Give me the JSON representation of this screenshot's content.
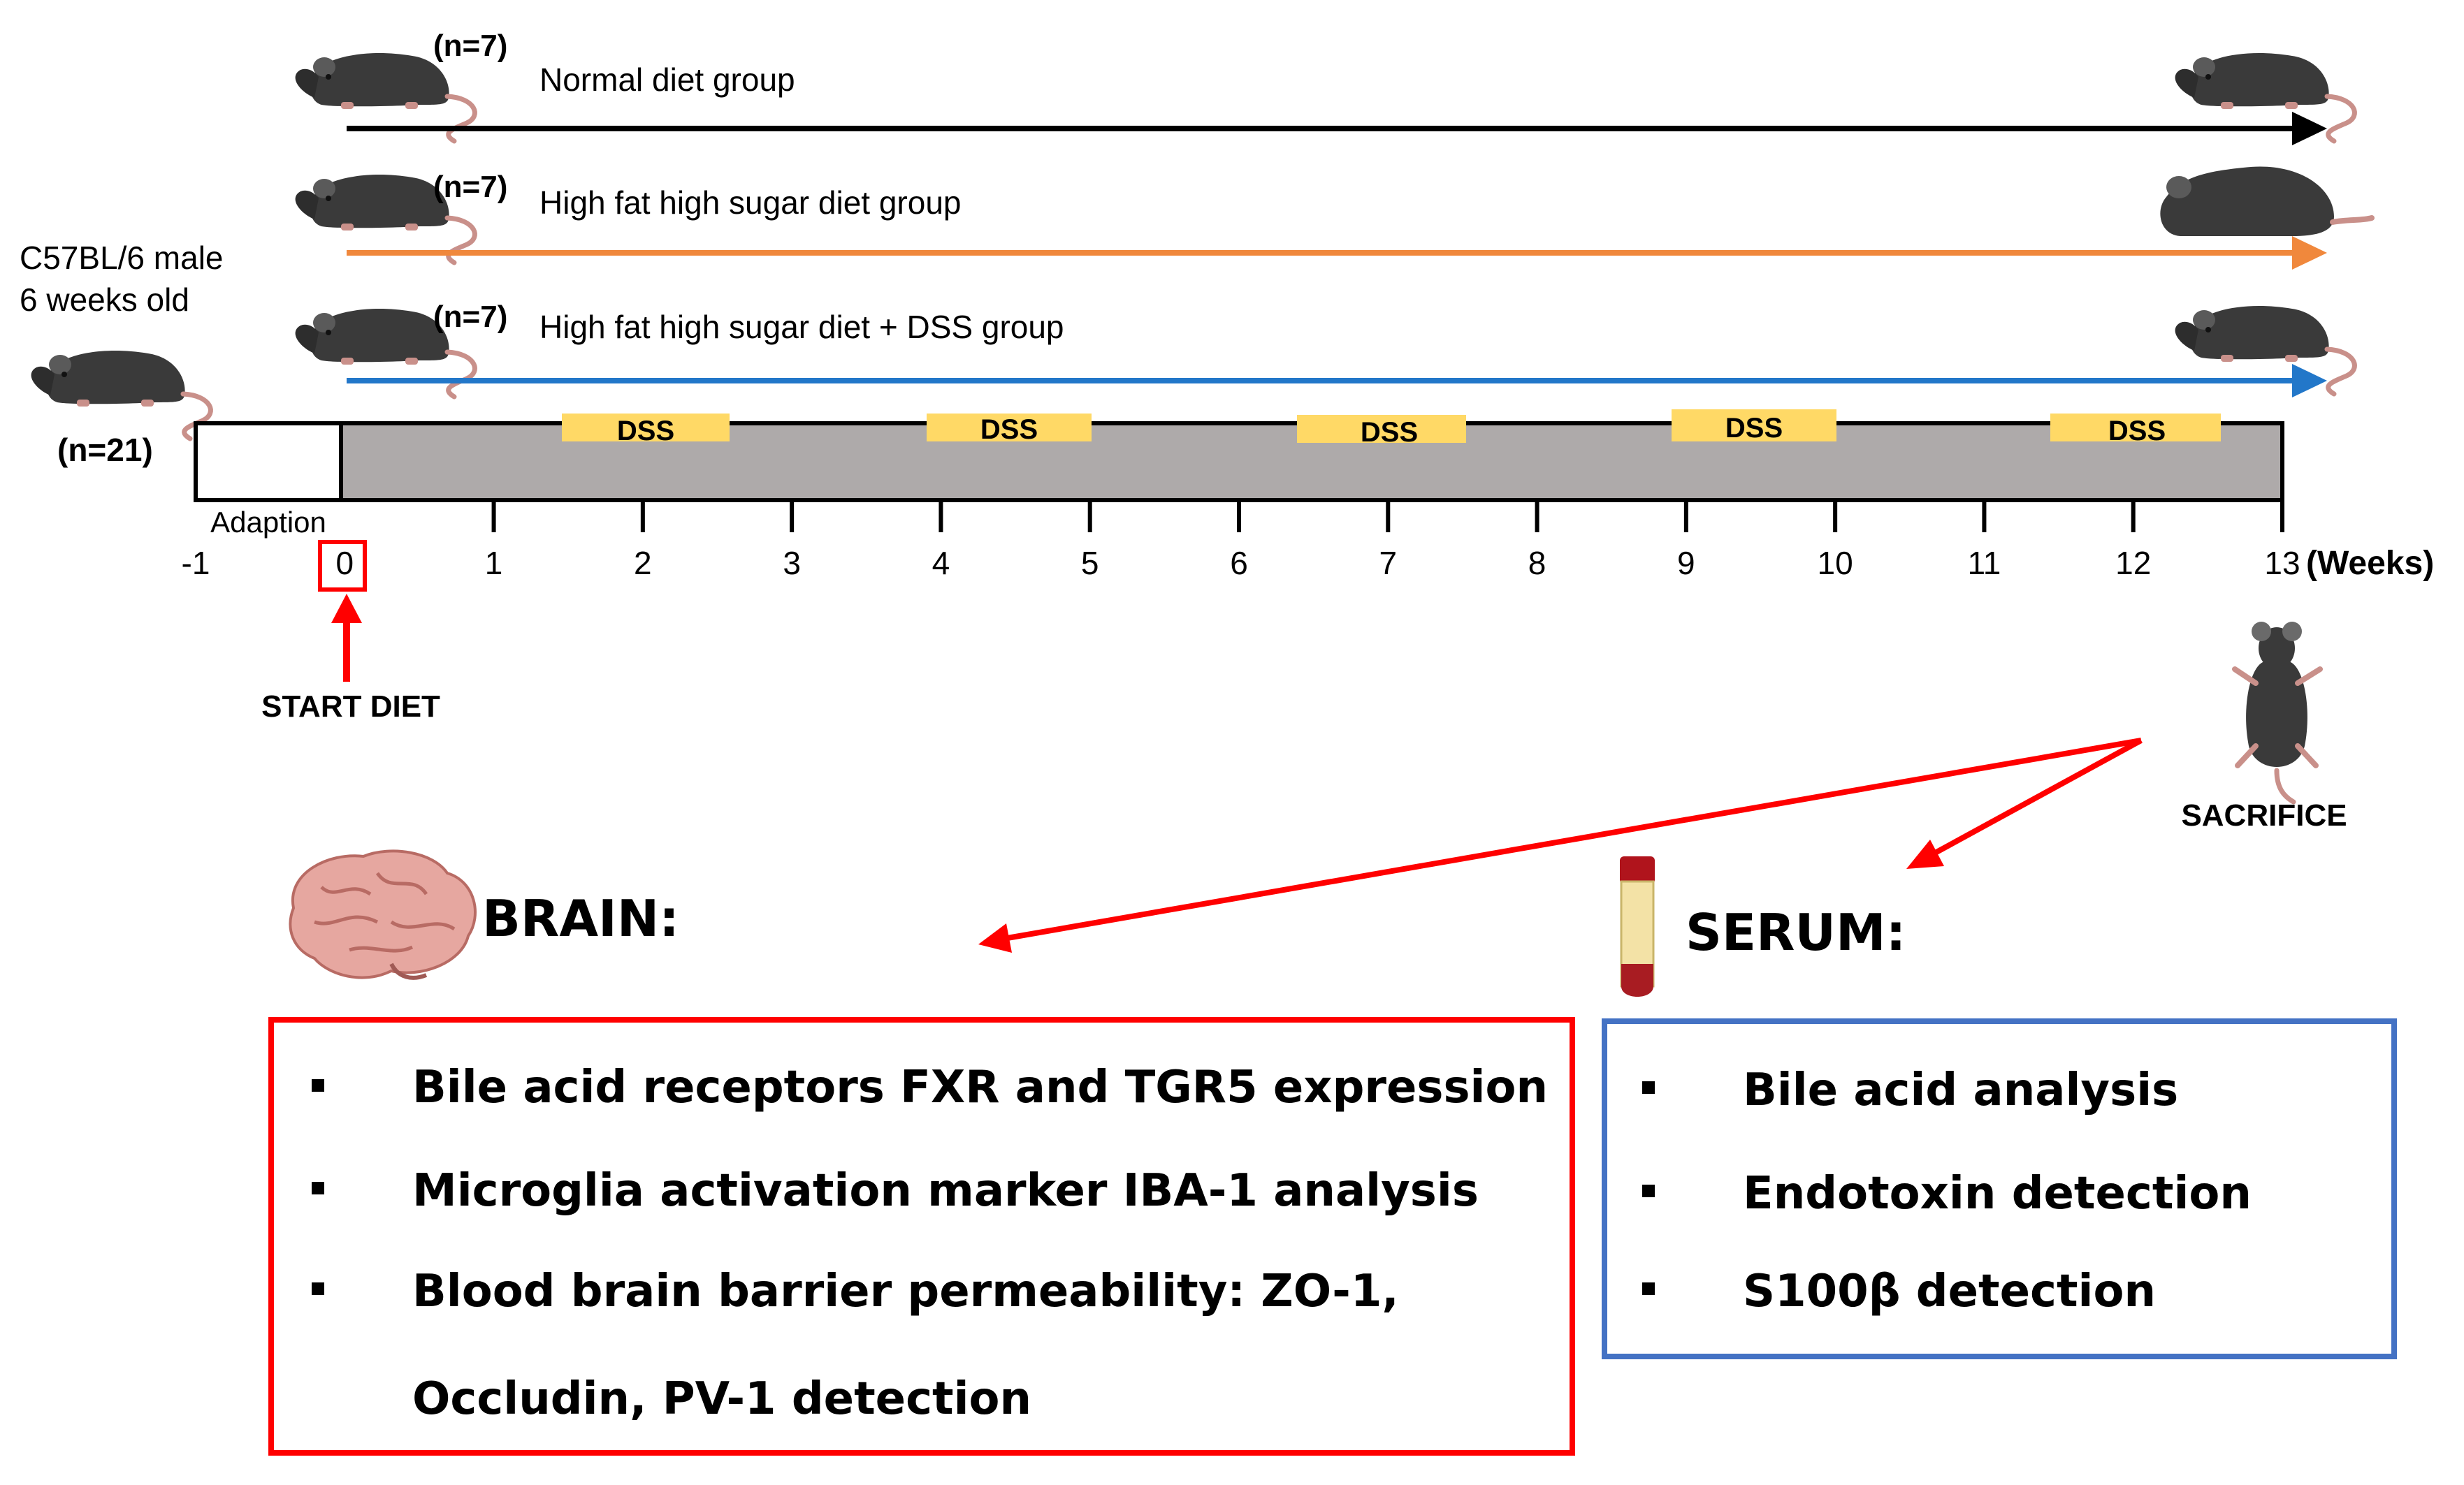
{
  "subjects": {
    "strain_line1": "C57BL/6 male",
    "strain_line2": "6 weeks old",
    "total_n": "(n=21)"
  },
  "groups": [
    {
      "n": "(n=7)",
      "label": "Normal diet group",
      "color": "#000000"
    },
    {
      "n": "(n=7)",
      "label": "High fat high sugar diet group",
      "color": "#f0883c"
    },
    {
      "n": "(n=7)",
      "label": "High fat high sugar diet + DSS group",
      "color": "#2277c9"
    }
  ],
  "timeline": {
    "adaption_label": "Adaption",
    "dss_label": "DSS",
    "dss_count": 5,
    "ticks": [
      "-1",
      "0",
      "1",
      "2",
      "3",
      "4",
      "5",
      "6",
      "7",
      "8",
      "9",
      "10",
      "11",
      "12",
      "13"
    ],
    "unit_label": "(Weeks)",
    "start_label": "START DIET",
    "end_label": "SACRIFICE"
  },
  "brain": {
    "title": "BRAIN:",
    "items": [
      "Bile acid receptors FXR and TGR5 expression",
      "Microglia activation marker IBA-1 analysis",
      "Blood brain barrier permeability: ZO-1,"
    ],
    "continuation": "Occludin, PV-1 detection"
  },
  "serum": {
    "title": "SERUM:",
    "items": [
      "Bile acid analysis",
      "Endotoxin detection",
      "S100β detection"
    ]
  },
  "colors": {
    "gray_bar": "#aeaaaa",
    "dss_fill": "#ffd966",
    "red": "#ff0000",
    "blue": "#4472c4",
    "mouse": "#3a3a3a"
  }
}
